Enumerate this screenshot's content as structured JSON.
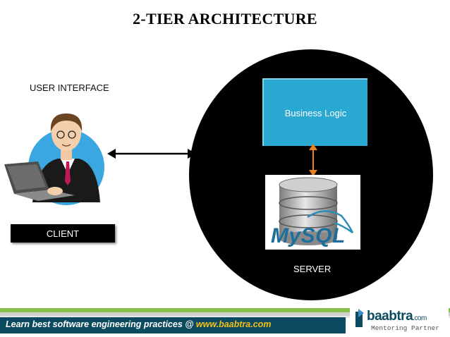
{
  "title": "2-TIER ARCHITECTURE",
  "client": {
    "interface_label": "USER INTERFACE",
    "box_label": "CLIENT"
  },
  "server": {
    "business_logic_label": "Business Logic",
    "database_logo_text": "MySQL",
    "label": "SERVER"
  },
  "footer": {
    "tagline_prefix": "Learn best software engineering practices @ ",
    "tagline_url": "www.baabtra.com",
    "brand_name": "baabtra",
    "brand_suffix": ".com",
    "brand_sub": "Mentoring Partner"
  },
  "colors": {
    "business_logic_fill": "#29a8d1",
    "server_circle": "#000000",
    "connector_dark": "#000000",
    "connector_orange": "#e8821e",
    "footer_bar": "#0c4a60",
    "footer_url": "#f3c01a"
  }
}
